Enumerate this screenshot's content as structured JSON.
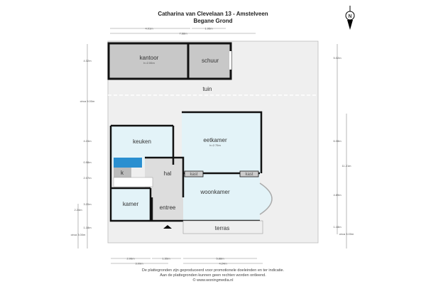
{
  "header": {
    "title": "Catharina van Clevelaan 13 - Amstelveen",
    "subtitle": "Begane Grond"
  },
  "compass": {
    "label": "N"
  },
  "rooms": {
    "kantoor": "kantoor",
    "kantoor_height": "h=2.06m",
    "schuur": "schuur",
    "tuin": "tuin",
    "keuken": "keuken",
    "eetkamer": "eetkamer",
    "eetkamer_height": "h=2.75m",
    "hal": "hal",
    "k": "k",
    "kast1": "kast",
    "kast2": "kast",
    "woonkamer": "woonkamer",
    "kamer": "kamer",
    "entree": "entree",
    "terras": "terras"
  },
  "dimensions": {
    "top": [
      "4.01m",
      "1.95m",
      "7.68m"
    ],
    "left": [
      "4.32m",
      "circa 9.00m",
      "4.24m",
      "0.98m",
      "2.07m",
      "3.20m",
      "2.24m",
      "1.18m",
      "circa 3.00m"
    ],
    "right": [
      "5.02m",
      "6.08m",
      "11.21m",
      "4.89m",
      "1.18m",
      "circa 3.00m"
    ],
    "bottom": [
      "2.06m",
      "1.55m",
      "5.88m",
      "3.09m",
      "4.24m"
    ]
  },
  "footer": {
    "line1": "De plattegronden zijn geproduceerd voor promotionele doeleinden en ter indicatie.",
    "line2": "Aan de plattegronden kunnen geen rechten worden ontleend.",
    "line3": "© www.woningmedia.nl"
  },
  "colors": {
    "room": "#e3f3f8",
    "shed": "#c8c8c8",
    "garden": "#efefef",
    "wall": "#111111",
    "toilet": "#2a8fd0"
  }
}
